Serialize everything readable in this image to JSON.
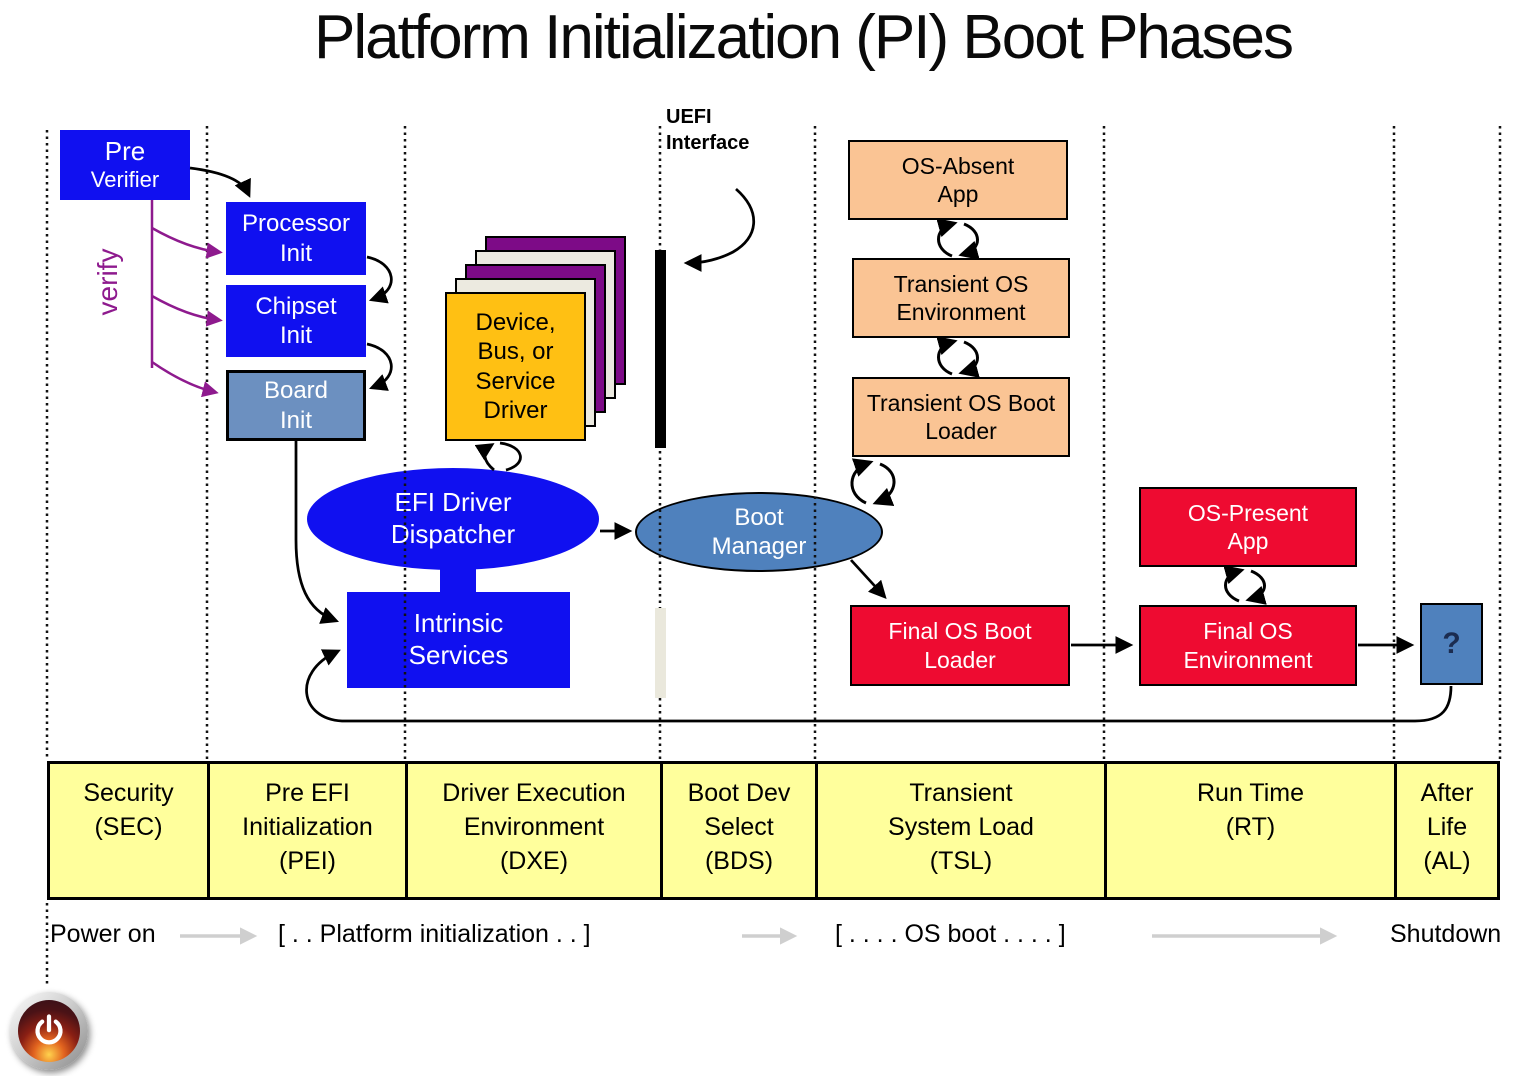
{
  "title": "Platform Initialization (PI) Boot Phases",
  "annotations": {
    "verify": "verify",
    "uefi_interface": {
      "line1": "UEFI",
      "line2": "Interface"
    }
  },
  "nodes": {
    "pre_verifier": {
      "line1": "Pre",
      "line2": "Verifier"
    },
    "processor_init": {
      "line1": "Processor",
      "line2": "Init"
    },
    "chipset_init": {
      "line1": "Chipset",
      "line2": "Init"
    },
    "board_init": {
      "line1": "Board",
      "line2": "Init"
    },
    "device_driver": {
      "line1": "Device,",
      "line2": "Bus, or",
      "line3": "Service",
      "line4": "Driver"
    },
    "efi_driver_dispatcher": {
      "line1": "EFI Driver",
      "line2": "Dispatcher"
    },
    "intrinsic_services": {
      "line1": "Intrinsic",
      "line2": "Services"
    },
    "boot_manager": {
      "line1": "Boot",
      "line2": "Manager"
    },
    "os_absent_app": {
      "line1": "OS-Absent",
      "line2": "App"
    },
    "transient_os_environment": {
      "line1": "Transient OS",
      "line2": "Environment"
    },
    "transient_os_boot_loader": {
      "line1": "Transient OS Boot",
      "line2": "Loader"
    },
    "final_os_boot_loader": {
      "line1": "Final OS Boot",
      "line2": "Loader"
    },
    "os_present_app": {
      "line1": "OS-Present",
      "line2": "App"
    },
    "final_os_environment": {
      "line1": "Final OS",
      "line2": "Environment"
    },
    "unknown_phase": {
      "label": "?"
    }
  },
  "phases": [
    {
      "id": "sec",
      "lines": [
        "Security",
        "(SEC)"
      ]
    },
    {
      "id": "pei",
      "lines": [
        "Pre EFI",
        "Initialization",
        "(PEI)"
      ]
    },
    {
      "id": "dxe",
      "lines": [
        "Driver Execution",
        "Environment",
        "(DXE)"
      ]
    },
    {
      "id": "bds",
      "lines": [
        "Boot Dev",
        "Select",
        "(BDS)"
      ]
    },
    {
      "id": "tsl",
      "lines": [
        "Transient",
        "System Load",
        "(TSL)"
      ]
    },
    {
      "id": "rt",
      "lines": [
        "Run Time",
        "(RT)"
      ]
    },
    {
      "id": "al",
      "lines": [
        "After",
        "Life",
        "(AL)"
      ]
    }
  ],
  "timeline": {
    "power_on": "Power on",
    "platform_initialization": "[ . . Platform initialization . . ]",
    "os_boot": "[ . . . . OS boot . . . . ]",
    "shutdown": "Shutdown"
  },
  "colors": {
    "box_blue": "#1010F0",
    "box_steel_light": "#6C90C0",
    "box_steel": "#4F81BD",
    "box_gold": "#FFC013",
    "sheet_purple": "#7D0B87",
    "sheet_cream": "#ECEAE0",
    "box_orange": "#FAC494",
    "box_red": "#EE0B31",
    "band_yellow": "#FFFF9C",
    "verify_purple": "#8E1A8E",
    "timeline_arrow_gray": "#CFCFCF"
  }
}
